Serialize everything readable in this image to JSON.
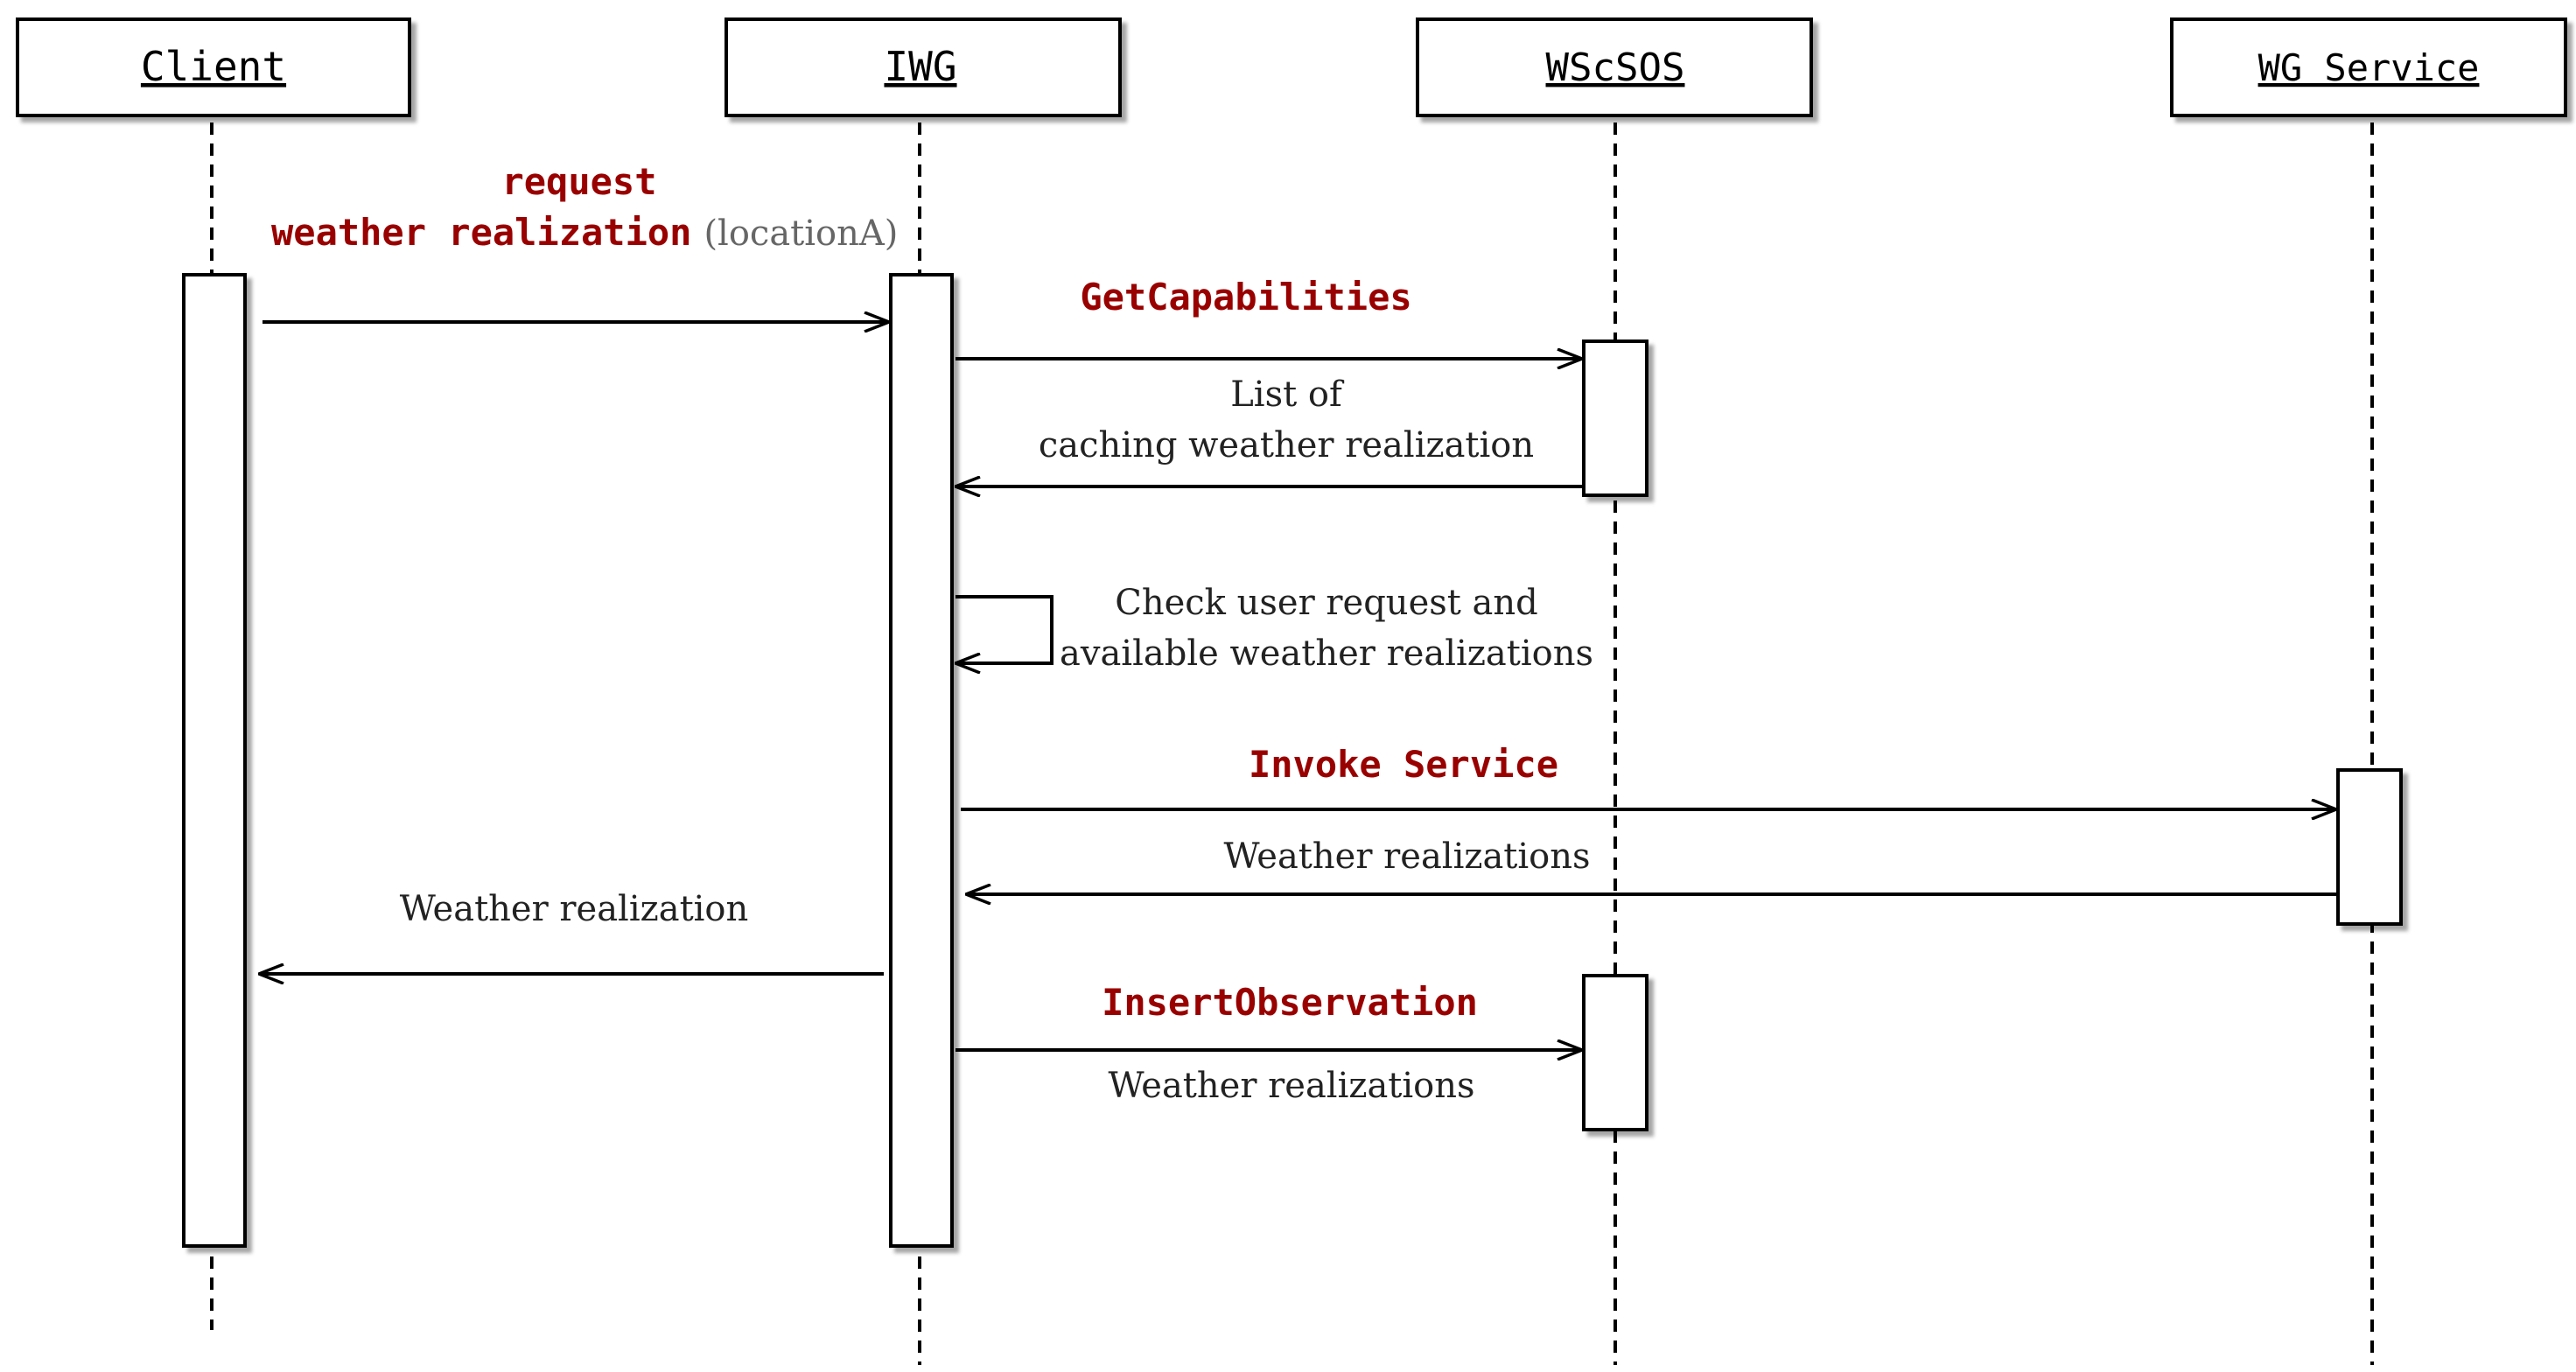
{
  "colors": {
    "line": "#000000",
    "highlight": "#990000",
    "text": "#222222",
    "muted": "#666666",
    "box_fill": "#ffffff"
  },
  "lifelines": [
    {
      "id": "client",
      "label": "Client"
    },
    {
      "id": "iwg",
      "label": "IWG"
    },
    {
      "id": "wscsos",
      "label": "WScSOS"
    },
    {
      "id": "wgservice",
      "label": "WG Service"
    }
  ],
  "messages": {
    "request": {
      "line1": "request",
      "line2": "weather realization",
      "param": "(locationA)"
    },
    "getcap": {
      "label": "GetCapabilities"
    },
    "list_reply": {
      "line1": "List of",
      "line2": "caching weather realization"
    },
    "self_check": {
      "line1": "Check user request and",
      "line2": "available weather realizations"
    },
    "invoke": {
      "label": "Invoke Service"
    },
    "wg_reply": {
      "label": "Weather realizations"
    },
    "client_reply": {
      "label": "Weather realization"
    },
    "insert": {
      "label": "InsertObservation",
      "payload": "Weather realizations"
    }
  }
}
